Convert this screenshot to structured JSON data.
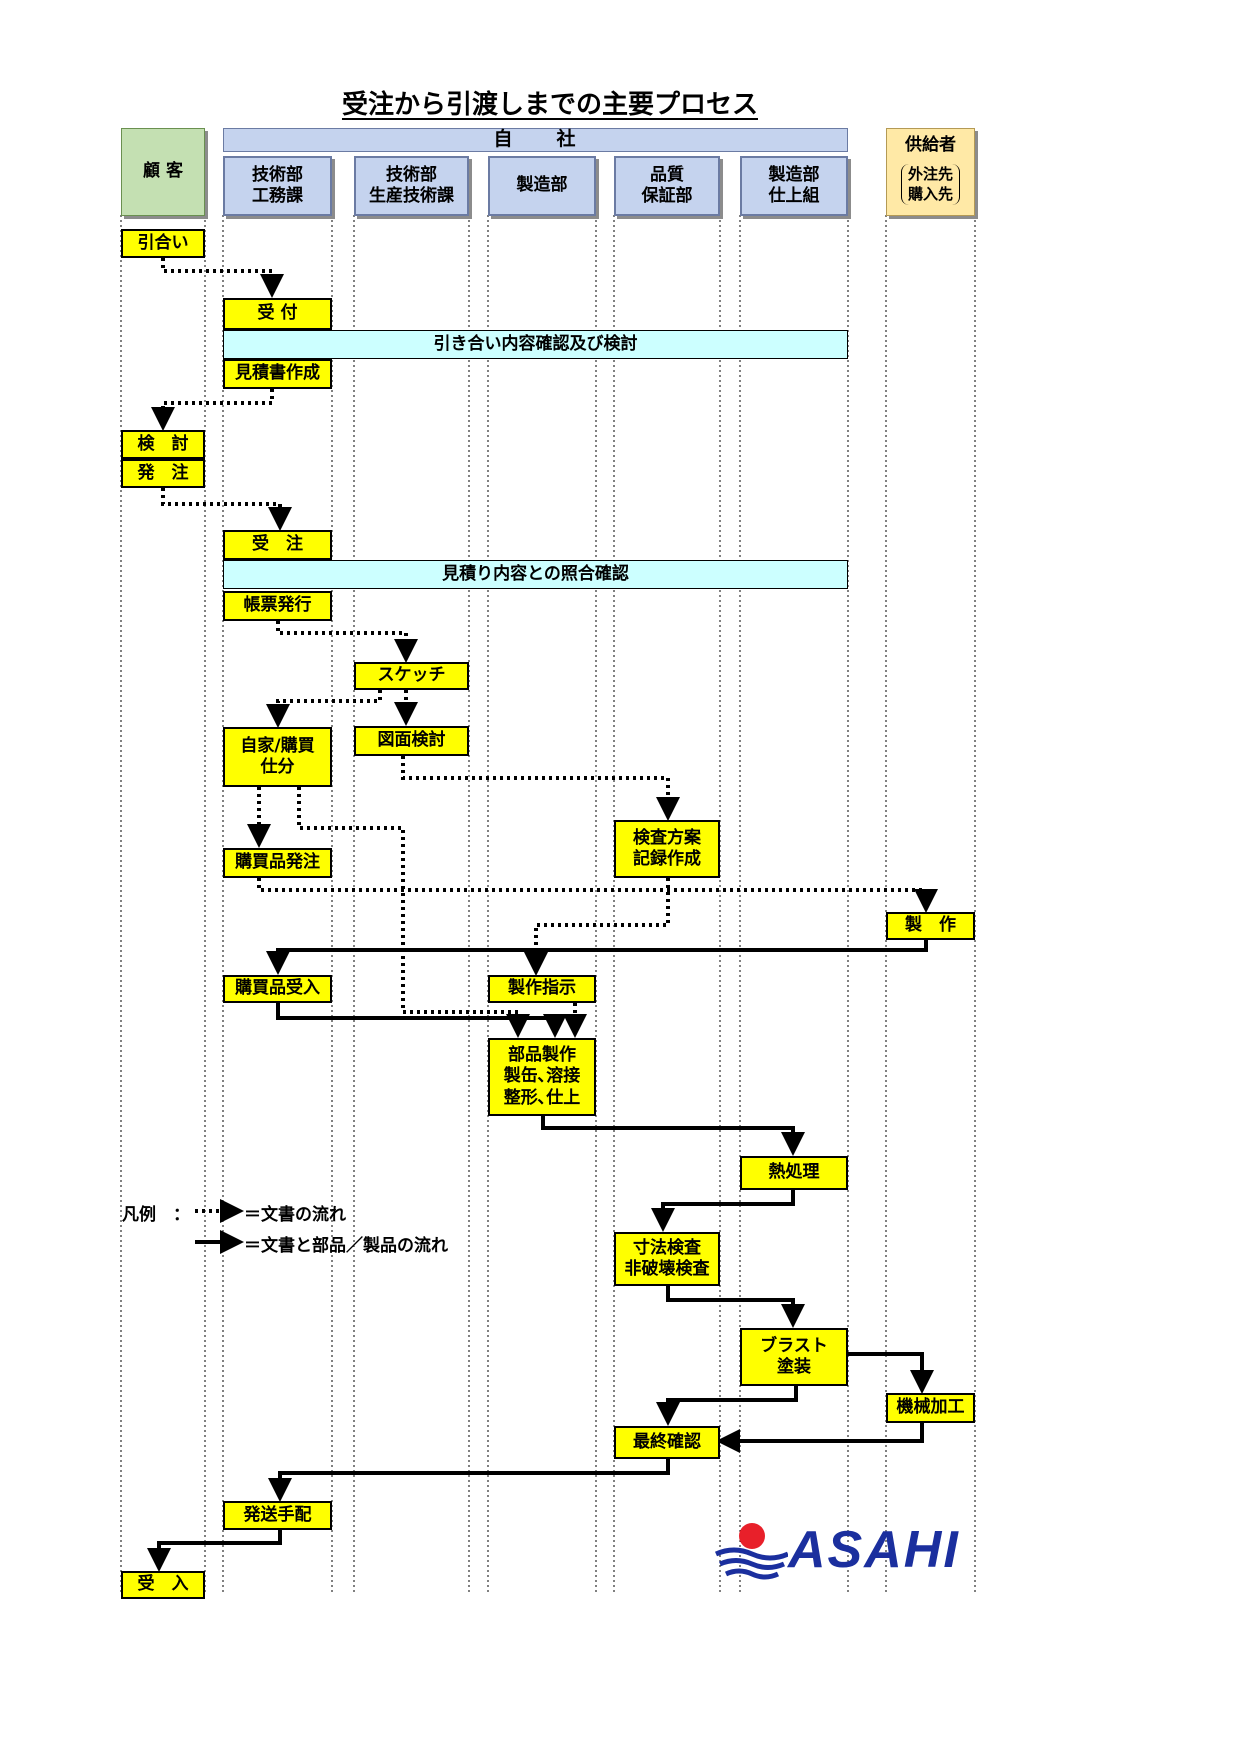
{
  "title": "受注から引渡しまでの主要プロセス",
  "lanes": {
    "customer": "顧 客",
    "company": "自　　社",
    "tech_admin": "技術部\n工務課",
    "tech_prod": "技術部\n生産技術課",
    "manufacturing": "製造部",
    "qa": "品質\n保証部",
    "finishing": "製造部\n仕上組",
    "supplier": "供給者",
    "supplier_sub": "外注先\n購入先"
  },
  "steps": {
    "inquiry": "引合い",
    "reception": "受 付",
    "review_inquiry": "引き合い内容確認及び検討",
    "estimate": "見積書作成",
    "consider": "検　討",
    "order": "発　注",
    "order_received": "受　注",
    "verify_estimate": "見積り内容との照合確認",
    "issue_forms": "帳票発行",
    "sketch": "スケッチ",
    "make_or_buy": "自家/購買\n仕分",
    "drawing_review": "図面検討",
    "inspection_plan": "検査方案\n記録作成",
    "purchase_order": "購買品発注",
    "production": "製　作",
    "purchase_receive": "購買品受入",
    "production_instruction": "製作指示",
    "parts_fabrication": "部品製作\n製缶､溶接\n整形､仕上",
    "heat_treatment": "熱処理",
    "inspection": "寸法検査\n非破壊検査",
    "blast_paint": "ブラスト\n塗装",
    "machining": "機械加工",
    "final_check": "最終確認",
    "shipping": "発送手配",
    "acceptance": "受　入"
  },
  "legend": {
    "label": "凡例　：",
    "dotted": "＝文書の流れ",
    "solid": "＝文書と部品／製品の流れ"
  },
  "logo": {
    "text": "ASAHI",
    "sun_color": "#e8202a",
    "wave_color": "#1b2f9e"
  },
  "colors": {
    "step_fill": "#ffff00",
    "bar_fill": "#ccffff",
    "dept_fill": "#c5d3ee",
    "customer_fill": "#c4e0b2",
    "supplier_fill": "#ffe9a6"
  }
}
